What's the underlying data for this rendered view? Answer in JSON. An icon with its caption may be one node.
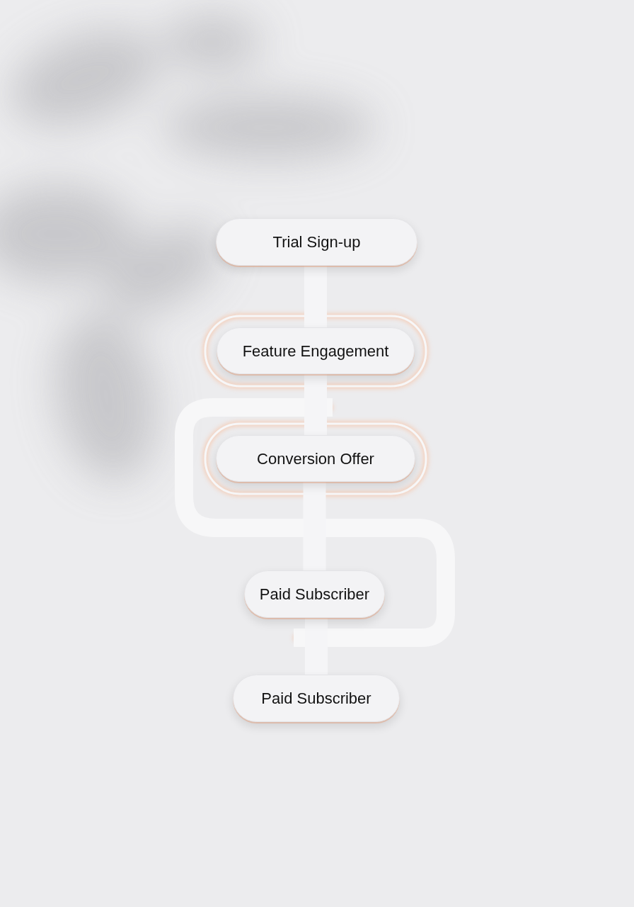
{
  "diagram": {
    "nodes": [
      {
        "text": [
          "Trial Sign-up"
        ]
      },
      {
        "text": [
          "Feature Engagement"
        ]
      },
      {
        "text": [
          "Conversion Offer"
        ]
      },
      {
        "text": [
          "Paid Subscriber"
        ]
      },
      {
        "text": [
          "Paid Subscriber"
        ]
      }
    ],
    "edges": [
      {
        "from": 0,
        "to": 1,
        "arrow": "none"
      },
      {
        "from": 1,
        "to": 2,
        "arrow": "none"
      },
      {
        "from": 2,
        "to": 3,
        "arrow": "none"
      },
      {
        "from": 3,
        "to": 4,
        "arrow": "none"
      }
    ]
  }
}
